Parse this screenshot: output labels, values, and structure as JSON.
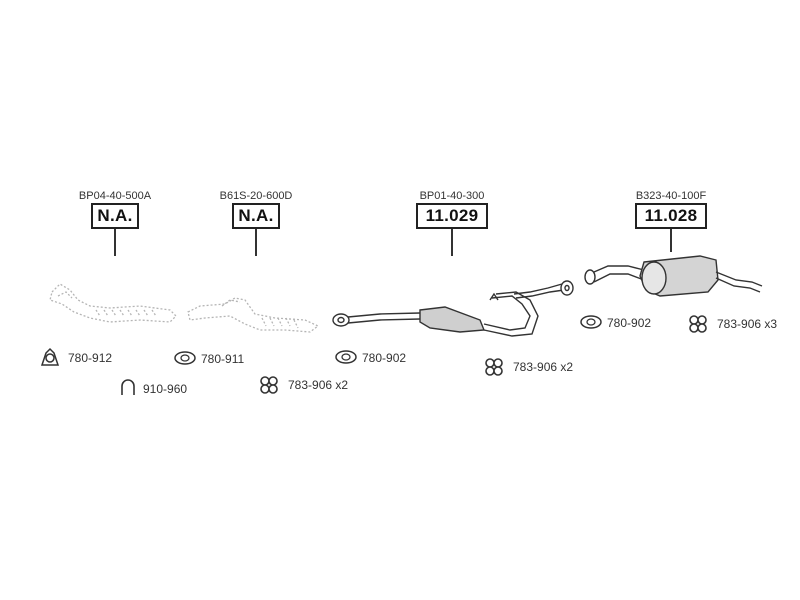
{
  "assemblies": [
    {
      "code": "BP04-40-500A",
      "ref": "N.A."
    },
    {
      "code": "B61S-20-600D",
      "ref": "N.A."
    },
    {
      "code": "BP01-40-300",
      "ref": "11.029"
    },
    {
      "code": "B323-40-100F",
      "ref": "11.028"
    }
  ],
  "accessories": [
    {
      "label": "780-912",
      "icon": "flange-gasket-icon"
    },
    {
      "label": "910-960",
      "icon": "u-clamp-icon"
    },
    {
      "label": "780-911",
      "icon": "oval-gasket-icon"
    },
    {
      "label": "783-906 x2",
      "icon": "rubber-hanger-icon"
    },
    {
      "label": "780-902",
      "icon": "oval-gasket-icon"
    },
    {
      "label": "783-906 x2",
      "icon": "rubber-hanger-icon"
    },
    {
      "label": "780-902",
      "icon": "oval-gasket-icon"
    },
    {
      "label": "783-906 x3",
      "icon": "rubber-hanger-icon"
    }
  ]
}
